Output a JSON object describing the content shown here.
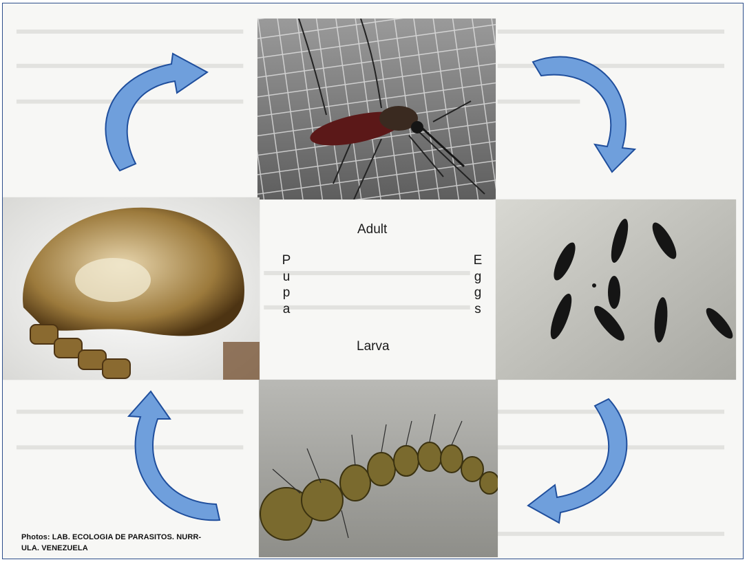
{
  "stages": {
    "top": "Adult",
    "bottom": "Larva",
    "left": "Pupa",
    "right": "Eggs"
  },
  "credit": {
    "line1": "Photos: LAB. ECOLOGIA DE PARASITOS. NURR-",
    "line2": "ULA. VENEZUELA"
  },
  "colors": {
    "frame_border": "#2b4d8a",
    "arrow_fill": "#6f9fdc",
    "arrow_stroke": "#1f4e9c"
  },
  "icons": {
    "cycle_arrow": "curved-arrow-icon"
  }
}
